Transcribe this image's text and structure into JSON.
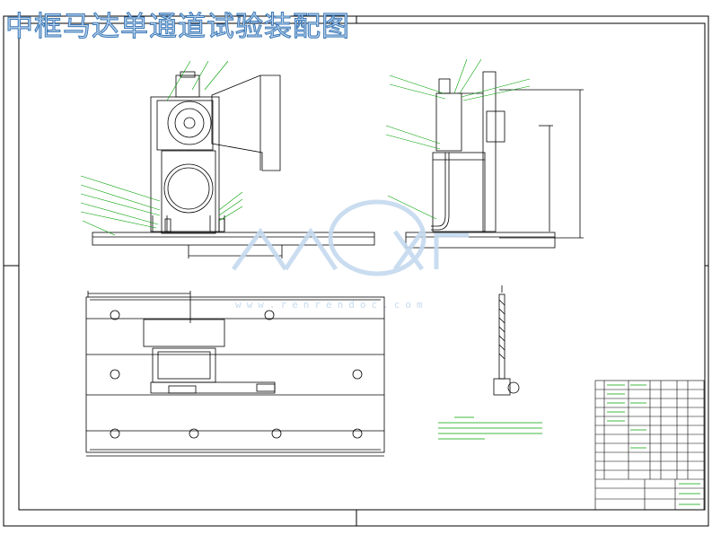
{
  "title": "中框马达单通道试验装配图",
  "watermark": {
    "brand": "人人文库",
    "url": "www.renrendoc.com"
  },
  "colors": {
    "line": "#000000",
    "leader": "#00a000",
    "title_fill": "#bcd3ea",
    "title_stroke": "#3a78b8",
    "watermark": "#c5daef"
  }
}
